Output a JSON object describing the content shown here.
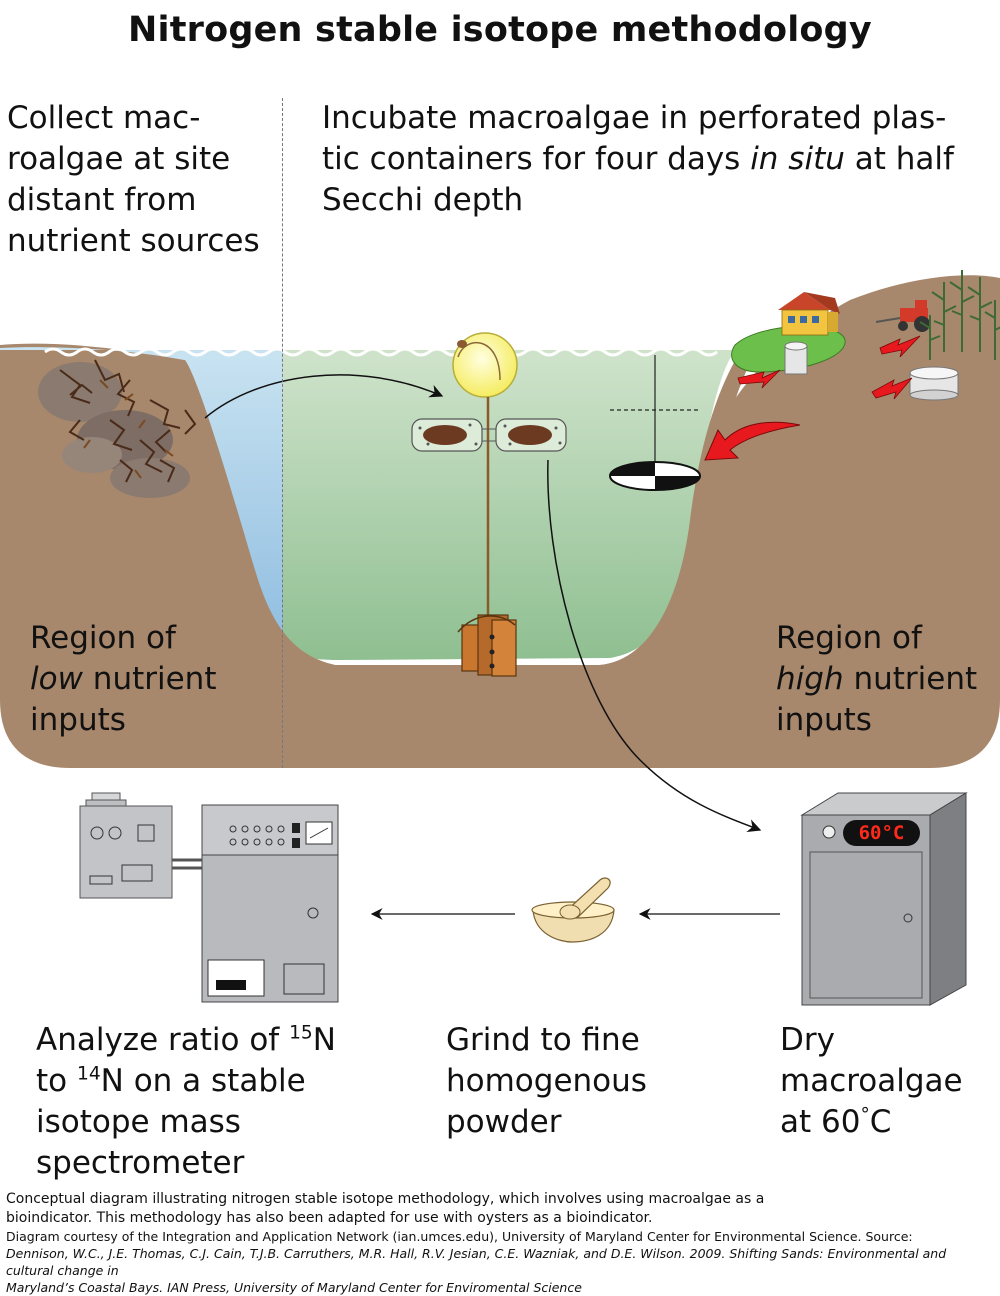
{
  "title": "Nitrogen stable isotope methodology",
  "steps": {
    "collect": [
      "Collect mac-",
      "roalgae at site",
      "distant from",
      "nutrient sources"
    ],
    "incubate": {
      "line1": "Incubate macroalgae in perforated plas-",
      "line2_pre": "tic containers for four days ",
      "line2_em": "in situ",
      "line2_post": " at half",
      "line3": "Secchi depth"
    },
    "dry": {
      "line1": "Dry",
      "line2": "macroalgae",
      "line3_pre": "at 60",
      "line3_deg": "°",
      "line3_post": "C"
    },
    "grind": [
      "Grind to fine",
      "homogenous",
      "powder"
    ],
    "analyze": {
      "l1_pre": "Analyze ratio of ",
      "l1_sup": "15",
      "l1_post": "N",
      "l2_pre": "to ",
      "l2_sup": "14",
      "l2_post": "N on a stable",
      "l3": "isotope mass",
      "l4": "spectrometer"
    }
  },
  "regions": {
    "low": {
      "line1": "Region of",
      "em": "low",
      "rest": " nutrient",
      "line3": "inputs"
    },
    "high": {
      "line1": "Region of",
      "em": "high",
      "rest": " nutrient",
      "line3": "inputs"
    }
  },
  "oven_display": "60°C",
  "caption": {
    "line1": "Conceptual diagram illustrating nitrogen stable isotope methodology, which  involves using macroalgae as a",
    "line2": "bioindicator. This methodology has also been adapted for use with oysters as a bioindicator.",
    "credit1": "Diagram courtesy of the Integration and Application Network (ian.umces.edu), University of Maryland Center for Environmental Science. Source:",
    "credit2": "Dennison, W.C., J.E. Thomas, C.J. Cain, T.J.B. Carruthers,  M.R. Hall, R.V. Jesian, C.E. Wazniak, and D.E. Wilson. 2009. Shifting Sands: Environmental and cultural change in",
    "credit3": " Maryland’s Coastal Bays. IAN Press, University of Maryland Center for Enviromental Science"
  },
  "colors": {
    "sediment": "#a8886c",
    "low_water": "#a9cfe6",
    "high_water": "#b5d2b3",
    "arrow_red": "#e8191e",
    "oven": "#a9abae",
    "oven_display_text": "#ff2a1a",
    "buoy": "#fff58a",
    "crate": "#c9762e"
  },
  "icons": [
    "macroalgae-clump-icon",
    "rock-icon",
    "buoy-icon",
    "incubation-container-icon",
    "anchor-crate-icon",
    "secchi-disk-icon",
    "house-icon",
    "tractor-icon",
    "corn-crop-icon",
    "septic-tank-icon",
    "runoff-arrow-icon",
    "oven-icon",
    "mortar-pestle-icon",
    "mass-spectrometer-icon",
    "flow-arrow-icon"
  ]
}
